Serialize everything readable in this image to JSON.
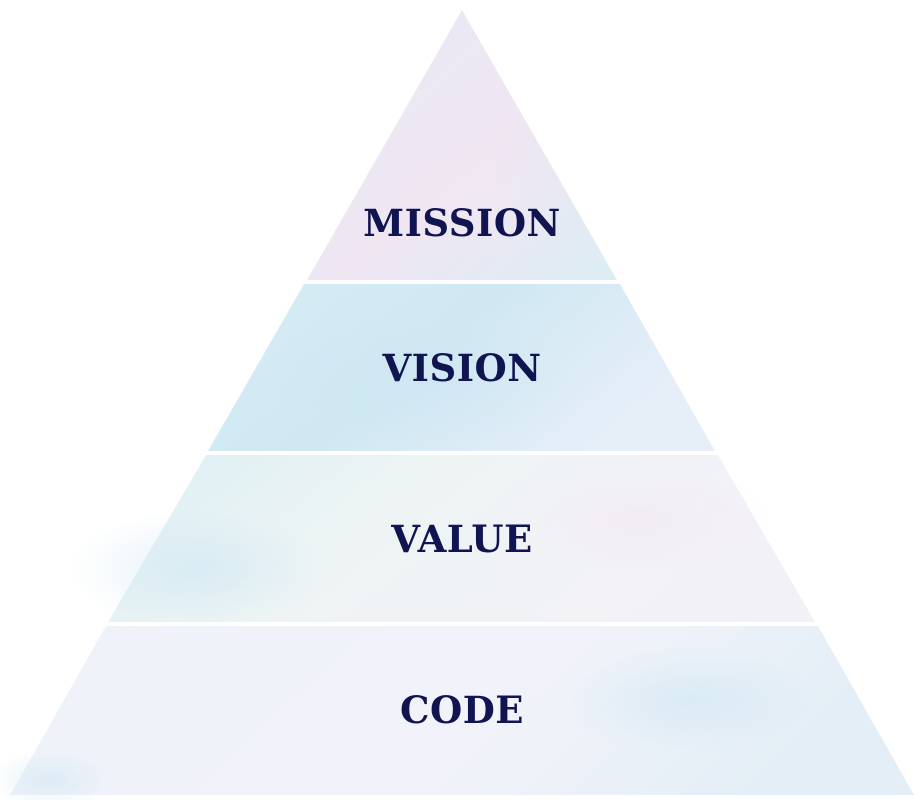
{
  "colors": {
    "label": "#101450",
    "divider": "#ffffff",
    "tier_fills": {
      "mission": [
        "#e6eaf6",
        "#efe6f2",
        "#dcedf5"
      ],
      "vision": [
        "#d8edf5",
        "#cfe8f2",
        "#e6eef8"
      ],
      "value": [
        "#dbeff5",
        "#eef4f4",
        "#f3f1f8"
      ],
      "code": [
        "#eef1f9",
        "#f2f3fa",
        "#e3eef6"
      ]
    }
  },
  "tiers": [
    {
      "id": "mission",
      "label": "MISSION"
    },
    {
      "id": "vision",
      "label": "VISION"
    },
    {
      "id": "value",
      "label": "VALUE"
    },
    {
      "id": "code",
      "label": "CODE"
    }
  ]
}
